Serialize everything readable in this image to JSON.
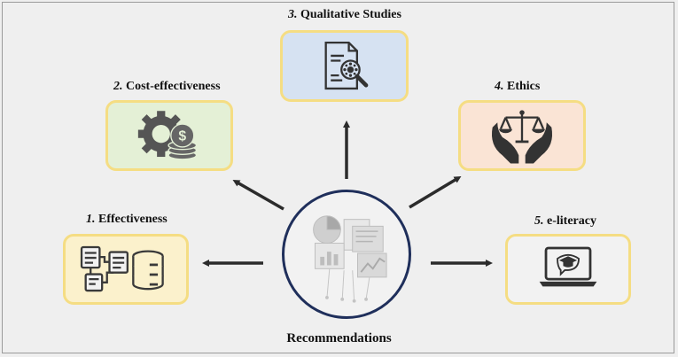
{
  "center": {
    "title": "Recommendations"
  },
  "nodes": [
    {
      "num": "1.",
      "label": "Effectiveness",
      "fill": "#fbf1cc",
      "icon": "flowchart-database-icon"
    },
    {
      "num": "2.",
      "label": "Cost-effectiveness",
      "fill": "#e4f0d6",
      "icon": "gear-coins-icon"
    },
    {
      "num": "3.",
      "label": "Qualitative Studies",
      "fill": "#d6e2f2",
      "icon": "document-search-icon"
    },
    {
      "num": "4.",
      "label": "Ethics",
      "fill": "#fae4d5",
      "icon": "hands-scales-icon"
    },
    {
      "num": "5.",
      "label": "e-literacy",
      "fill": "#f2f2f2",
      "icon": "laptop-graduation-icon"
    }
  ],
  "colors": {
    "border": "#f5dd83",
    "arrow": "#2b2b2b",
    "circle_border": "#1f2f5b",
    "icon": "#3a3a3a"
  }
}
